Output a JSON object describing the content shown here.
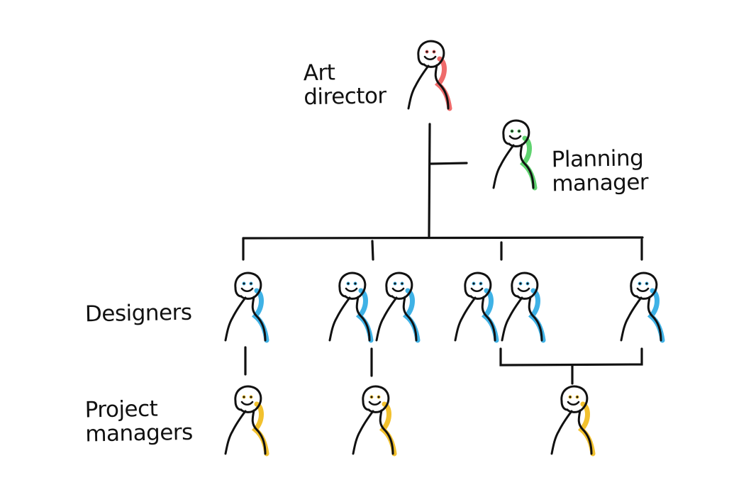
{
  "labels": {
    "art_director_line1": "Art",
    "art_director_line2": "director",
    "planning_line1": "Planning",
    "planning_line2": "manager",
    "designers": "Designers",
    "pm_line1": "Project",
    "pm_line2": "managers"
  },
  "colors": {
    "ink": "#111111",
    "art_director": "#ef6b6b",
    "planning_manager": "#5fd36f",
    "designer": "#3fb2e6",
    "project_manager": "#f2c12e"
  },
  "roles": [
    {
      "role": "art-director",
      "count": 1,
      "color_key": "art_director"
    },
    {
      "role": "planning-manager",
      "count": 1,
      "color_key": "planning_manager"
    },
    {
      "role": "designer",
      "count": 6,
      "color_key": "designer"
    },
    {
      "role": "project-manager",
      "count": 3,
      "color_key": "project_manager"
    }
  ]
}
